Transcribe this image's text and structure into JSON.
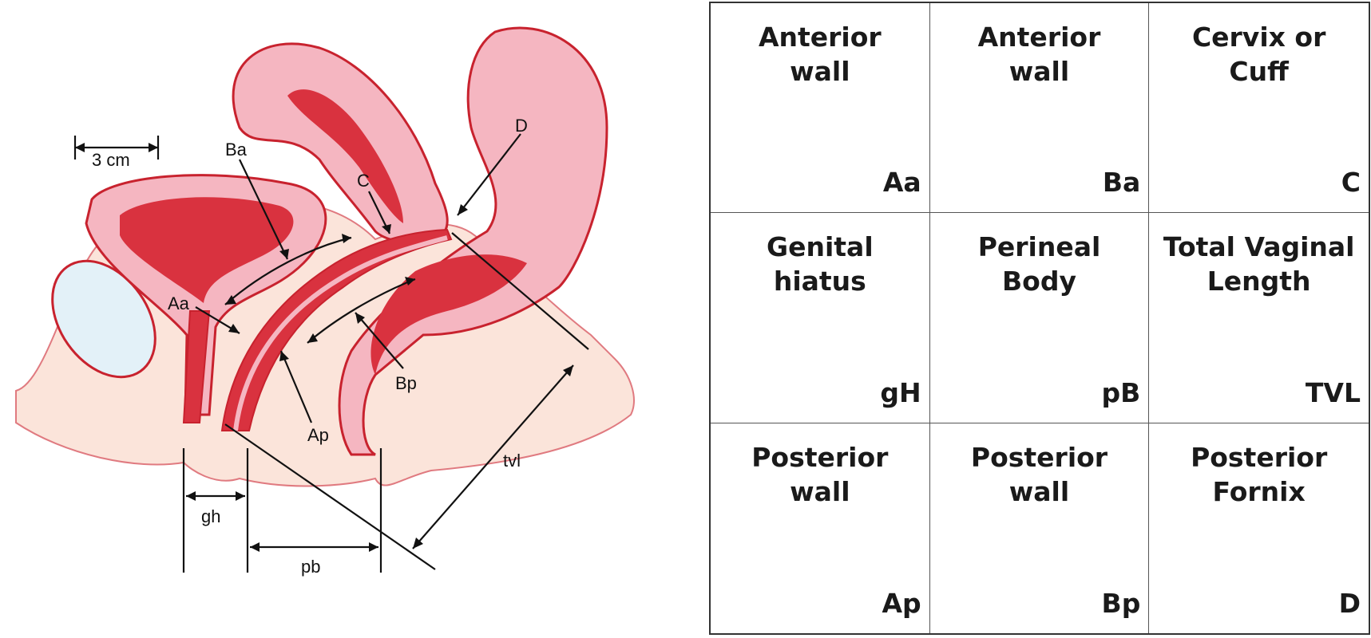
{
  "diagram": {
    "labels": {
      "scale": "3 cm",
      "Ba": "Ba",
      "C": "C",
      "D": "D",
      "Aa": "Aa",
      "Ap": "Ap",
      "Bp": "Bp",
      "gh": "gh",
      "pb": "pb",
      "tvl": "tvl"
    },
    "colors": {
      "tissue_light": "#fbe4da",
      "tissue_pink": "#f5b6c1",
      "organ_red": "#d9323f",
      "outline": "#c8222e",
      "bone": "#e3f1f8"
    }
  },
  "grid": [
    {
      "title": "Anterior\nwall",
      "code": "Aa"
    },
    {
      "title": "Anterior\nwall",
      "code": "Ba"
    },
    {
      "title": "Cervix or\nCuff",
      "code": "C"
    },
    {
      "title": "Genital\nhiatus",
      "code": "gH"
    },
    {
      "title": "Perineal\nBody",
      "code": "pB"
    },
    {
      "title": "Total Vaginal\nLength",
      "code": "TVL"
    },
    {
      "title": "Posterior\nwall",
      "code": "Ap"
    },
    {
      "title": "Posterior\nwall",
      "code": "Bp"
    },
    {
      "title": "Posterior\nFornix",
      "code": "D"
    }
  ]
}
